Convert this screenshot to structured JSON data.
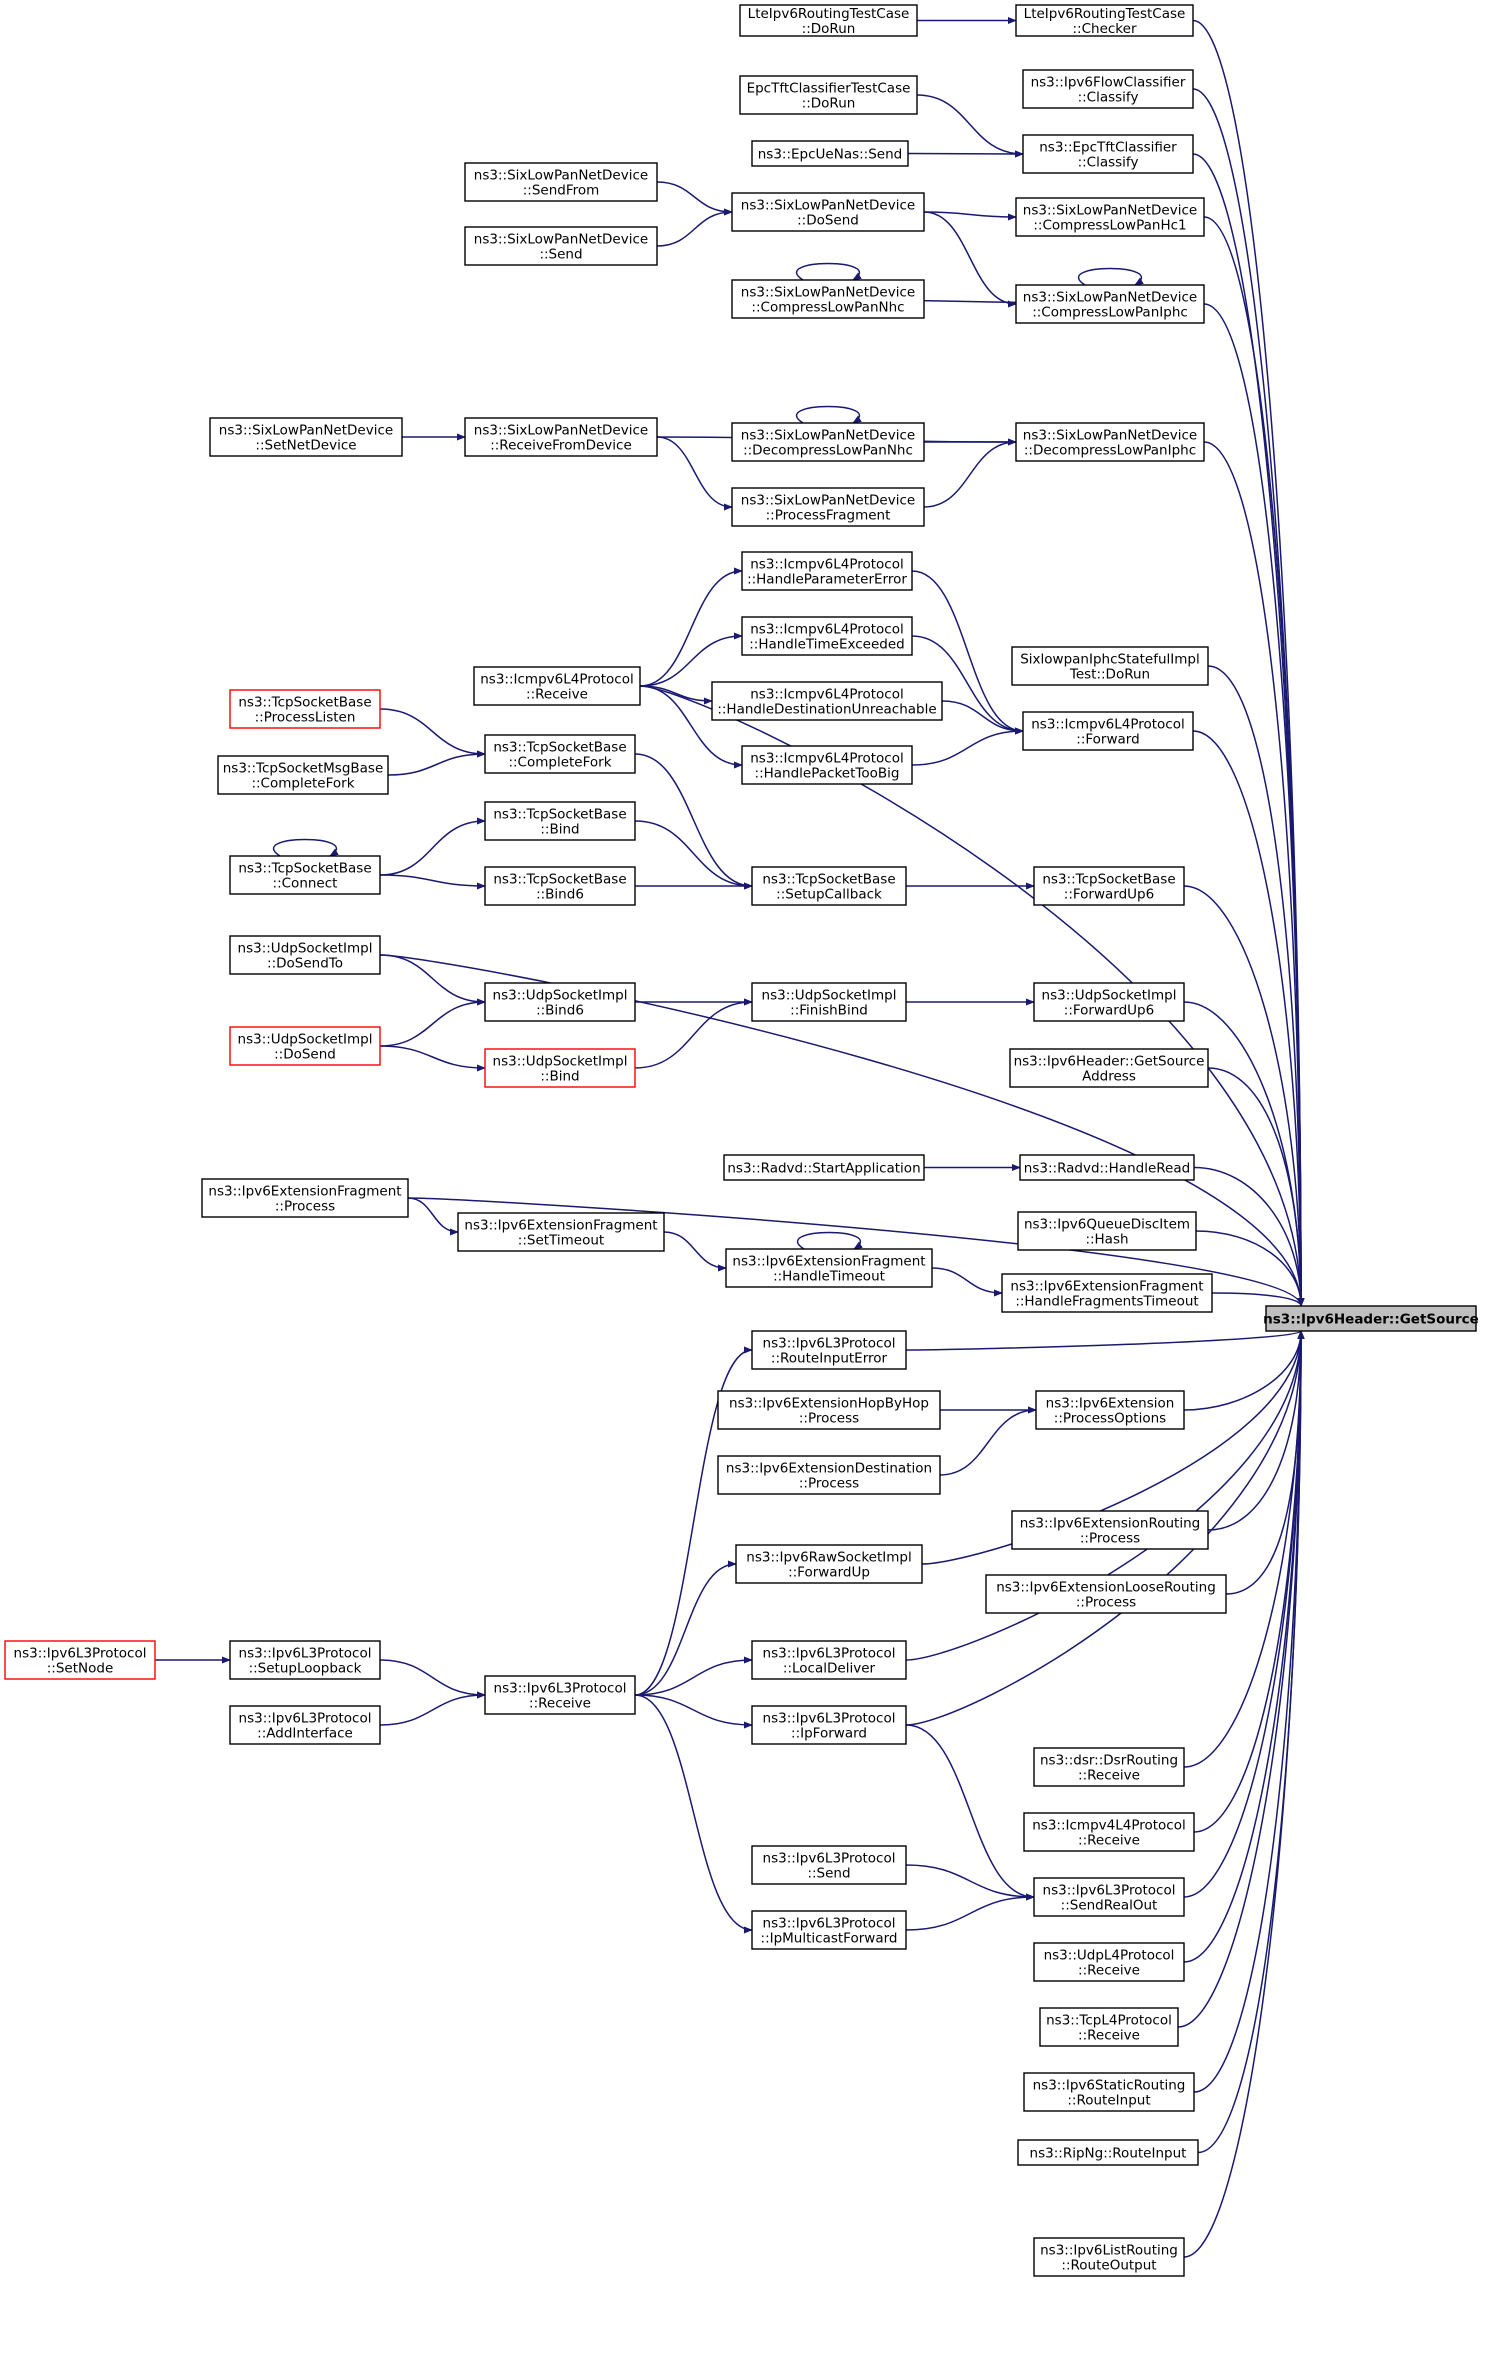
{
  "title": "",
  "colors": {
    "edge": "#191970",
    "border_default": "#000000",
    "border_red": "#ff0000",
    "target_fill": "#bfbfbf"
  },
  "nodes": [
    {
      "id": "lte_dorun",
      "lines": [
        "LteIpv6RoutingTestCase",
        "::DoRun"
      ],
      "style": "normal"
    },
    {
      "id": "lte_checker",
      "lines": [
        "LteIpv6RoutingTestCase",
        "::Checker"
      ],
      "style": "normal"
    },
    {
      "id": "flow_classify",
      "lines": [
        "ns3::Ipv6FlowClassifier",
        "::Classify"
      ],
      "style": "normal"
    },
    {
      "id": "epc_dorun",
      "lines": [
        "EpcTftClassifierTestCase",
        "::DoRun"
      ],
      "style": "normal"
    },
    {
      "id": "epcuenas_send",
      "lines": [
        "ns3::EpcUeNas::Send"
      ],
      "style": "normal"
    },
    {
      "id": "epc_classify",
      "lines": [
        "ns3::EpcTftClassifier",
        "::Classify"
      ],
      "style": "normal"
    },
    {
      "id": "slp_sendfrom",
      "lines": [
        "ns3::SixLowPanNetDevice",
        "::SendFrom"
      ],
      "style": "normal"
    },
    {
      "id": "slp_send",
      "lines": [
        "ns3::SixLowPanNetDevice",
        "::Send"
      ],
      "style": "normal"
    },
    {
      "id": "slp_dosend",
      "lines": [
        "ns3::SixLowPanNetDevice",
        "::DoSend"
      ],
      "style": "normal"
    },
    {
      "id": "slp_hc1",
      "lines": [
        "ns3::SixLowPanNetDevice",
        "::CompressLowPanHc1"
      ],
      "style": "normal"
    },
    {
      "id": "slp_cnhc",
      "lines": [
        "ns3::SixLowPanNetDevice",
        "::CompressLowPanNhc"
      ],
      "style": "normal"
    },
    {
      "id": "slp_ciphc",
      "lines": [
        "ns3::SixLowPanNetDevice",
        "::CompressLowPanIphc"
      ],
      "style": "normal"
    },
    {
      "id": "slp_setnetdev",
      "lines": [
        "ns3::SixLowPanNetDevice",
        "::SetNetDevice"
      ],
      "style": "normal"
    },
    {
      "id": "slp_recvfrom",
      "lines": [
        "ns3::SixLowPanNetDevice",
        "::ReceiveFromDevice"
      ],
      "style": "normal"
    },
    {
      "id": "slp_dnhc",
      "lines": [
        "ns3::SixLowPanNetDevice",
        "::DecompressLowPanNhc"
      ],
      "style": "normal"
    },
    {
      "id": "slp_diphc",
      "lines": [
        "ns3::SixLowPanNetDevice",
        "::DecompressLowPanIphc"
      ],
      "style": "normal"
    },
    {
      "id": "slp_procfrag",
      "lines": [
        "ns3::SixLowPanNetDevice",
        "::ProcessFragment"
      ],
      "style": "normal"
    },
    {
      "id": "icmp_hpe",
      "lines": [
        "ns3::Icmpv6L4Protocol",
        "::HandleParameterError"
      ],
      "style": "normal"
    },
    {
      "id": "icmp_hte",
      "lines": [
        "ns3::Icmpv6L4Protocol",
        "::HandleTimeExceeded"
      ],
      "style": "normal"
    },
    {
      "id": "six_stateful",
      "lines": [
        "SixlowpanIphcStatefulImpl",
        "Test::DoRun"
      ],
      "style": "normal"
    },
    {
      "id": "icmp_recv",
      "lines": [
        "ns3::Icmpv6L4Protocol",
        "::Receive"
      ],
      "style": "normal"
    },
    {
      "id": "icmp_hdu",
      "lines": [
        "ns3::Icmpv6L4Protocol",
        "::HandleDestinationUnreachable"
      ],
      "style": "normal"
    },
    {
      "id": "icmp_fwd",
      "lines": [
        "ns3::Icmpv6L4Protocol",
        "::Forward"
      ],
      "style": "normal"
    },
    {
      "id": "tcp_plisten",
      "lines": [
        "ns3::TcpSocketBase",
        "::ProcessListen"
      ],
      "style": "red"
    },
    {
      "id": "tcp_cfork",
      "lines": [
        "ns3::TcpSocketBase",
        "::CompleteFork"
      ],
      "style": "normal"
    },
    {
      "id": "tcpmsg_cfork",
      "lines": [
        "ns3::TcpSocketMsgBase",
        "::CompleteFork"
      ],
      "style": "normal"
    },
    {
      "id": "icmp_hptb",
      "lines": [
        "ns3::Icmpv6L4Protocol",
        "::HandlePacketTooBig"
      ],
      "style": "normal"
    },
    {
      "id": "tcp_bind",
      "lines": [
        "ns3::TcpSocketBase",
        "::Bind"
      ],
      "style": "normal"
    },
    {
      "id": "tcp_connect",
      "lines": [
        "ns3::TcpSocketBase",
        "::Connect"
      ],
      "style": "normal"
    },
    {
      "id": "tcp_bind6",
      "lines": [
        "ns3::TcpSocketBase",
        "::Bind6"
      ],
      "style": "normal"
    },
    {
      "id": "tcp_setupcb",
      "lines": [
        "ns3::TcpSocketBase",
        "::SetupCallback"
      ],
      "style": "normal"
    },
    {
      "id": "tcp_fwdup6",
      "lines": [
        "ns3::TcpSocketBase",
        "::ForwardUp6"
      ],
      "style": "normal"
    },
    {
      "id": "udp_dosendto",
      "lines": [
        "ns3::UdpSocketImpl",
        "::DoSendTo"
      ],
      "style": "normal"
    },
    {
      "id": "udp_bind6",
      "lines": [
        "ns3::UdpSocketImpl",
        "::Bind6"
      ],
      "style": "normal"
    },
    {
      "id": "udp_finishbind",
      "lines": [
        "ns3::UdpSocketImpl",
        "::FinishBind"
      ],
      "style": "normal"
    },
    {
      "id": "udp_fwdup6",
      "lines": [
        "ns3::UdpSocketImpl",
        "::ForwardUp6"
      ],
      "style": "normal"
    },
    {
      "id": "udp_dosend",
      "lines": [
        "ns3::UdpSocketImpl",
        "::DoSend"
      ],
      "style": "red"
    },
    {
      "id": "udp_bind",
      "lines": [
        "ns3::UdpSocketImpl",
        "::Bind"
      ],
      "style": "red"
    },
    {
      "id": "ipv6h_getsrcaddr",
      "lines": [
        "ns3::Ipv6Header::GetSource",
        "Address"
      ],
      "style": "normal"
    },
    {
      "id": "extfrag_proc",
      "lines": [
        "ns3::Ipv6ExtensionFragment",
        "::Process"
      ],
      "style": "normal"
    },
    {
      "id": "radvd_start",
      "lines": [
        "ns3::Radvd::StartApplication"
      ],
      "style": "normal"
    },
    {
      "id": "radvd_hread",
      "lines": [
        "ns3::Radvd::HandleRead"
      ],
      "style": "normal"
    },
    {
      "id": "extfrag_settimeout",
      "lines": [
        "ns3::Ipv6ExtensionFragment",
        "::SetTimeout"
      ],
      "style": "normal"
    },
    {
      "id": "qdisc_hash",
      "lines": [
        "ns3::Ipv6QueueDiscItem",
        "::Hash"
      ],
      "style": "normal"
    },
    {
      "id": "extfrag_htimeout",
      "lines": [
        "ns3::Ipv6ExtensionFragment",
        "::HandleTimeout"
      ],
      "style": "normal"
    },
    {
      "id": "extfrag_hft",
      "lines": [
        "ns3::Ipv6ExtensionFragment",
        "::HandleFragmentsTimeout"
      ],
      "style": "normal"
    },
    {
      "id": "target",
      "lines": [
        "ns3::Ipv6Header::GetSource"
      ],
      "style": "target"
    },
    {
      "id": "l3_rie",
      "lines": [
        "ns3::Ipv6L3Protocol",
        "::RouteInputError"
      ],
      "style": "normal"
    },
    {
      "id": "hopbyhop",
      "lines": [
        "ns3::Ipv6ExtensionHopByHop",
        "::Process"
      ],
      "style": "normal"
    },
    {
      "id": "ext_procopt",
      "lines": [
        "ns3::Ipv6Extension",
        "::ProcessOptions"
      ],
      "style": "normal"
    },
    {
      "id": "extdest",
      "lines": [
        "ns3::Ipv6ExtensionDestination",
        "::Process"
      ],
      "style": "normal"
    },
    {
      "id": "extrouting",
      "lines": [
        "ns3::Ipv6ExtensionRouting",
        "::Process"
      ],
      "style": "normal"
    },
    {
      "id": "rawsock_fwdup",
      "lines": [
        "ns3::Ipv6RawSocketImpl",
        "::ForwardUp"
      ],
      "style": "normal"
    },
    {
      "id": "extloose",
      "lines": [
        "ns3::Ipv6ExtensionLooseRouting",
        "::Process"
      ],
      "style": "normal"
    },
    {
      "id": "l3_setnode",
      "lines": [
        "ns3::Ipv6L3Protocol",
        "::SetNode"
      ],
      "style": "red"
    },
    {
      "id": "l3_setuploop",
      "lines": [
        "ns3::Ipv6L3Protocol",
        "::SetupLoopback"
      ],
      "style": "normal"
    },
    {
      "id": "l3_localdel",
      "lines": [
        "ns3::Ipv6L3Protocol",
        "::LocalDeliver"
      ],
      "style": "normal"
    },
    {
      "id": "l3_addif",
      "lines": [
        "ns3::Ipv6L3Protocol",
        "::AddInterface"
      ],
      "style": "normal"
    },
    {
      "id": "l3_receive",
      "lines": [
        "ns3::Ipv6L3Protocol",
        "::Receive"
      ],
      "style": "normal"
    },
    {
      "id": "l3_ipfwd",
      "lines": [
        "ns3::Ipv6L3Protocol",
        "::IpForward"
      ],
      "style": "normal"
    },
    {
      "id": "dsr_recv",
      "lines": [
        "ns3::dsr::DsrRouting",
        "::Receive"
      ],
      "style": "normal"
    },
    {
      "id": "icmp4_recv",
      "lines": [
        "ns3::Icmpv4L4Protocol",
        "::Receive"
      ],
      "style": "normal"
    },
    {
      "id": "l3_send",
      "lines": [
        "ns3::Ipv6L3Protocol",
        "::Send"
      ],
      "style": "normal"
    },
    {
      "id": "l3_sendrealout",
      "lines": [
        "ns3::Ipv6L3Protocol",
        "::SendRealOut"
      ],
      "style": "normal"
    },
    {
      "id": "l3_ipmcast",
      "lines": [
        "ns3::Ipv6L3Protocol",
        "::IpMulticastForward"
      ],
      "style": "normal"
    },
    {
      "id": "udpl4_recv",
      "lines": [
        "ns3::UdpL4Protocol",
        "::Receive"
      ],
      "style": "normal"
    },
    {
      "id": "tcpl4_recv",
      "lines": [
        "ns3::TcpL4Protocol",
        "::Receive"
      ],
      "style": "normal"
    },
    {
      "id": "static_ri",
      "lines": [
        "ns3::Ipv6StaticRouting",
        "::RouteInput"
      ],
      "style": "normal"
    },
    {
      "id": "ripng_ri",
      "lines": [
        "ns3::RipNg::RouteInput"
      ],
      "style": "normal"
    },
    {
      "id": "list_ro",
      "lines": [
        "ns3::Ipv6ListRouting",
        "::RouteOutput"
      ],
      "style": "normal"
    }
  ]
}
